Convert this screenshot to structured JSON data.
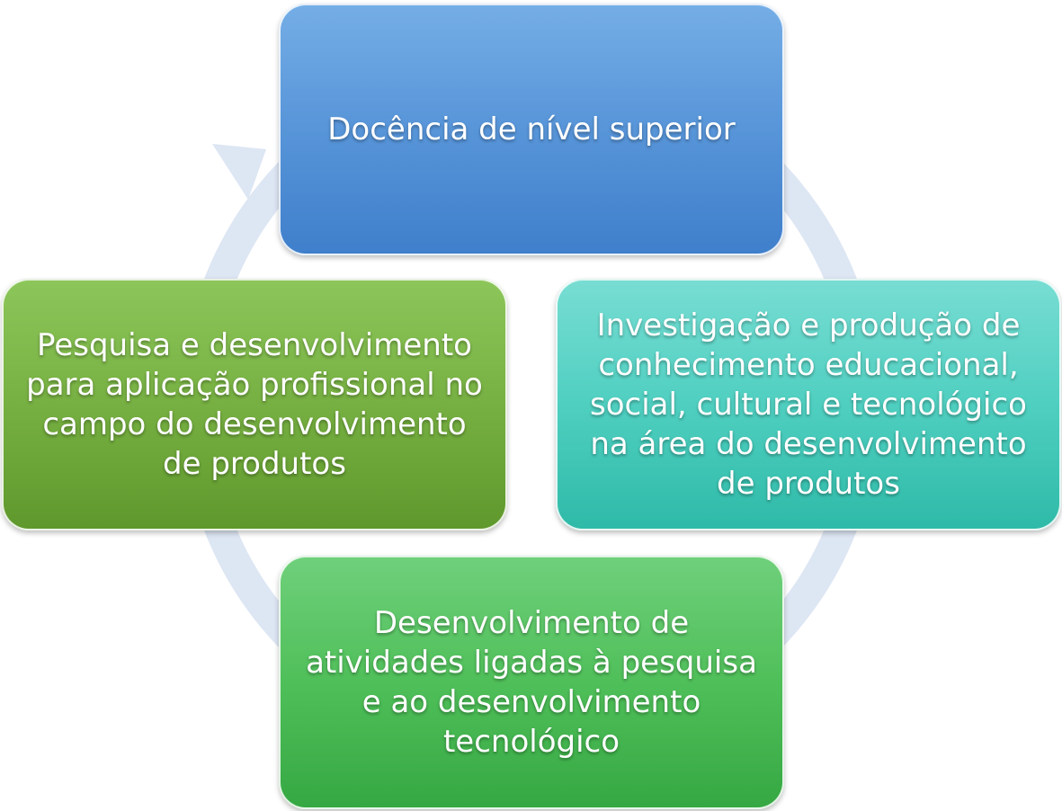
{
  "diagram": {
    "nodes": {
      "top": "Docência de nível superior",
      "right": "Investigação e produção de conhecimento educacional, social, cultural e tecnológico na área do desenvolvimento de produtos",
      "bottom": "Desenvolvimento de atividades ligadas à pesquisa e ao desenvolvimento tecnológico",
      "left": "Pesquisa e desenvolvimento para aplicação profissional no campo do desenvolvimento de produtos"
    },
    "colors": {
      "top": "#4a8ad4",
      "right": "#3fc4b4",
      "bottom": "#45b450",
      "left": "#6da43a",
      "cycle_arrow": "#dde6f3"
    }
  }
}
